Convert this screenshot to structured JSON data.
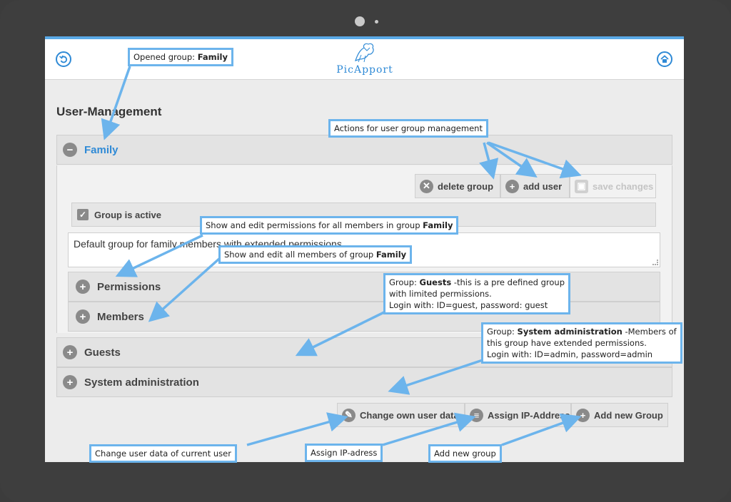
{
  "app": {
    "logo_text": "PicApport"
  },
  "header": {
    "back_icon": "back-icon",
    "home_icon": "home-icon"
  },
  "page": {
    "title": "User-Management"
  },
  "groups": {
    "family": {
      "label": "Family",
      "toggle": "−"
    },
    "guests": {
      "label": "Guests",
      "toggle": "+"
    },
    "sysadmin": {
      "label": "System administration",
      "toggle": "+"
    }
  },
  "family_panel": {
    "actions": {
      "delete": "delete group",
      "add_user": "add user",
      "save": "save changes"
    },
    "active_label": "Group is active",
    "active_check": "✓",
    "description": "Default group for family members with extended permissions",
    "permissions": {
      "label": "Permissions",
      "toggle": "+"
    },
    "members": {
      "label": "Members",
      "toggle": "+"
    }
  },
  "footer_actions": {
    "change_user": "Change own user data",
    "assign_ip": "Assign IP-Address",
    "add_group": "Add new Group"
  },
  "callouts": {
    "opened_group": {
      "prefix": "Opened group: ",
      "bold": "Family"
    },
    "actions": {
      "text": "Actions for user group management"
    },
    "permissions": {
      "prefix": "Show and edit permissions for all members in group ",
      "bold": "Family"
    },
    "members": {
      "prefix": "Show and edit all members of group ",
      "bold": "Family"
    },
    "guests": {
      "prefix": "Group: ",
      "bold": "Guests",
      "suffix": " -this is a pre defined group",
      "line2": "with limited permissions.",
      "line3": "Login with: ID=guest, password: guest"
    },
    "sysadmin": {
      "prefix": "Group: ",
      "bold": "System administration",
      "suffix": " -Members of",
      "line2": "this group have extended permissions.",
      "line3": "Login with: ID=admin, password=admin"
    },
    "change_user": {
      "text": "Change user data of current user"
    },
    "assign_ip": {
      "text": "Assign IP-adress"
    },
    "add_group": {
      "text": "Add new group"
    }
  },
  "colors": {
    "accent": "#2f8ad6",
    "callout_border": "#6cb4ec",
    "bezel": "#3e3e3e"
  }
}
